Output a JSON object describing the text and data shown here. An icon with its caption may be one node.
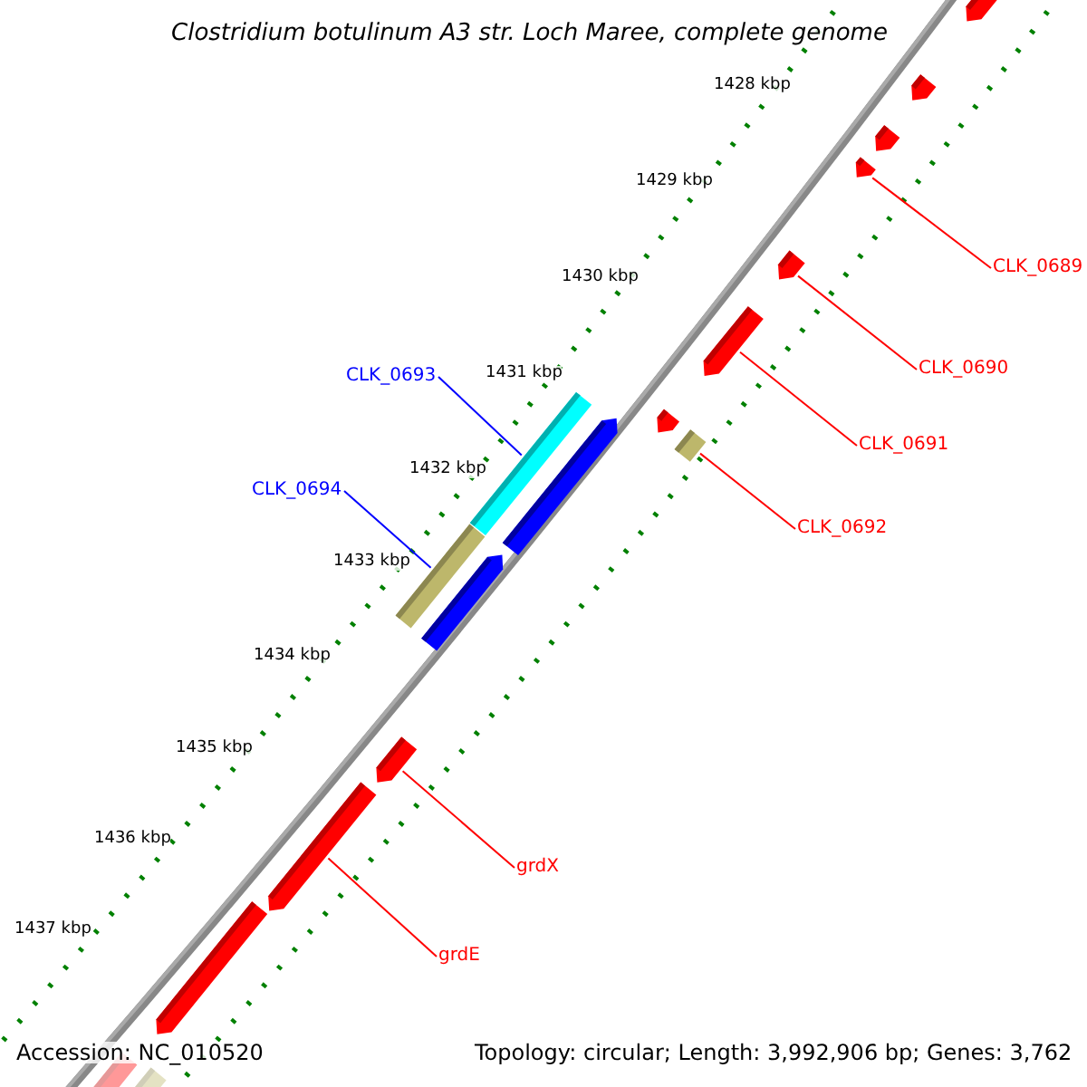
{
  "diagram": {
    "title": "Clostridium botulinum A3 str. Loch Maree, complete genome",
    "nodes": [
      {
        "text": [
          "CLK_0689"
        ]
      },
      {
        "text": [
          "CLK_0690"
        ]
      },
      {
        "text": [
          "CLK_0693"
        ]
      },
      {
        "text": [
          "CLK_0691"
        ]
      },
      {
        "text": [
          "CLK_0694"
        ]
      },
      {
        "text": [
          "CLK_0692"
        ]
      },
      {
        "text": [
          "grdX"
        ]
      },
      {
        "text": [
          "grdE"
        ]
      },
      {
        "text": [],
        "shape": "arrow"
      },
      {
        "text": [],
        "shape": "arrow"
      },
      {
        "text": [],
        "shape": "arrow"
      },
      {
        "text": [],
        "shape": "arrow"
      },
      {
        "text": [],
        "shape": "arrow"
      },
      {
        "text": [],
        "shape": "arrow"
      },
      {
        "text": [],
        "shape": "arrow"
      },
      {
        "text": [],
        "shape": "bar"
      },
      {
        "text": [],
        "shape": "bar"
      },
      {
        "text": [],
        "shape": "arrow"
      },
      {
        "text": [],
        "shape": "bar"
      },
      {
        "text": [],
        "shape": "arrow"
      },
      {
        "text": [],
        "shape": "arrow"
      },
      {
        "text": [],
        "shape": "arrow"
      },
      {
        "text": [],
        "shape": "arrow"
      },
      {
        "text": [],
        "shape": "bar"
      },
      {
        "text": [],
        "shape": "bar"
      }
    ],
    "edges": [
      {
        "from": 0,
        "to": 11,
        "arrow": "none"
      },
      {
        "from": 1,
        "to": 12,
        "arrow": "none"
      },
      {
        "from": 2,
        "to": 16,
        "arrow": "none",
        "color": "#0000ff"
      },
      {
        "from": 3,
        "to": 13,
        "arrow": "none"
      },
      {
        "from": 4,
        "to": 18,
        "arrow": "none",
        "color": "#0000ff"
      },
      {
        "from": 5,
        "to": 15,
        "arrow": "none"
      },
      {
        "from": 6,
        "to": 20,
        "arrow": "none"
      },
      {
        "from": 7,
        "to": 21,
        "arrow": "none"
      }
    ],
    "labels": [
      "1428 kbp",
      "1429 kbp",
      "1430 kbp",
      "1431 kbp",
      "1432 kbp",
      "1433 kbp",
      "1434 kbp",
      "1435 kbp",
      "1436 kbp",
      "1437 kbp",
      "Accession: NC_010520",
      "Topology: circular; Length: 3,992,906 bp; Genes: 3,762"
    ]
  }
}
